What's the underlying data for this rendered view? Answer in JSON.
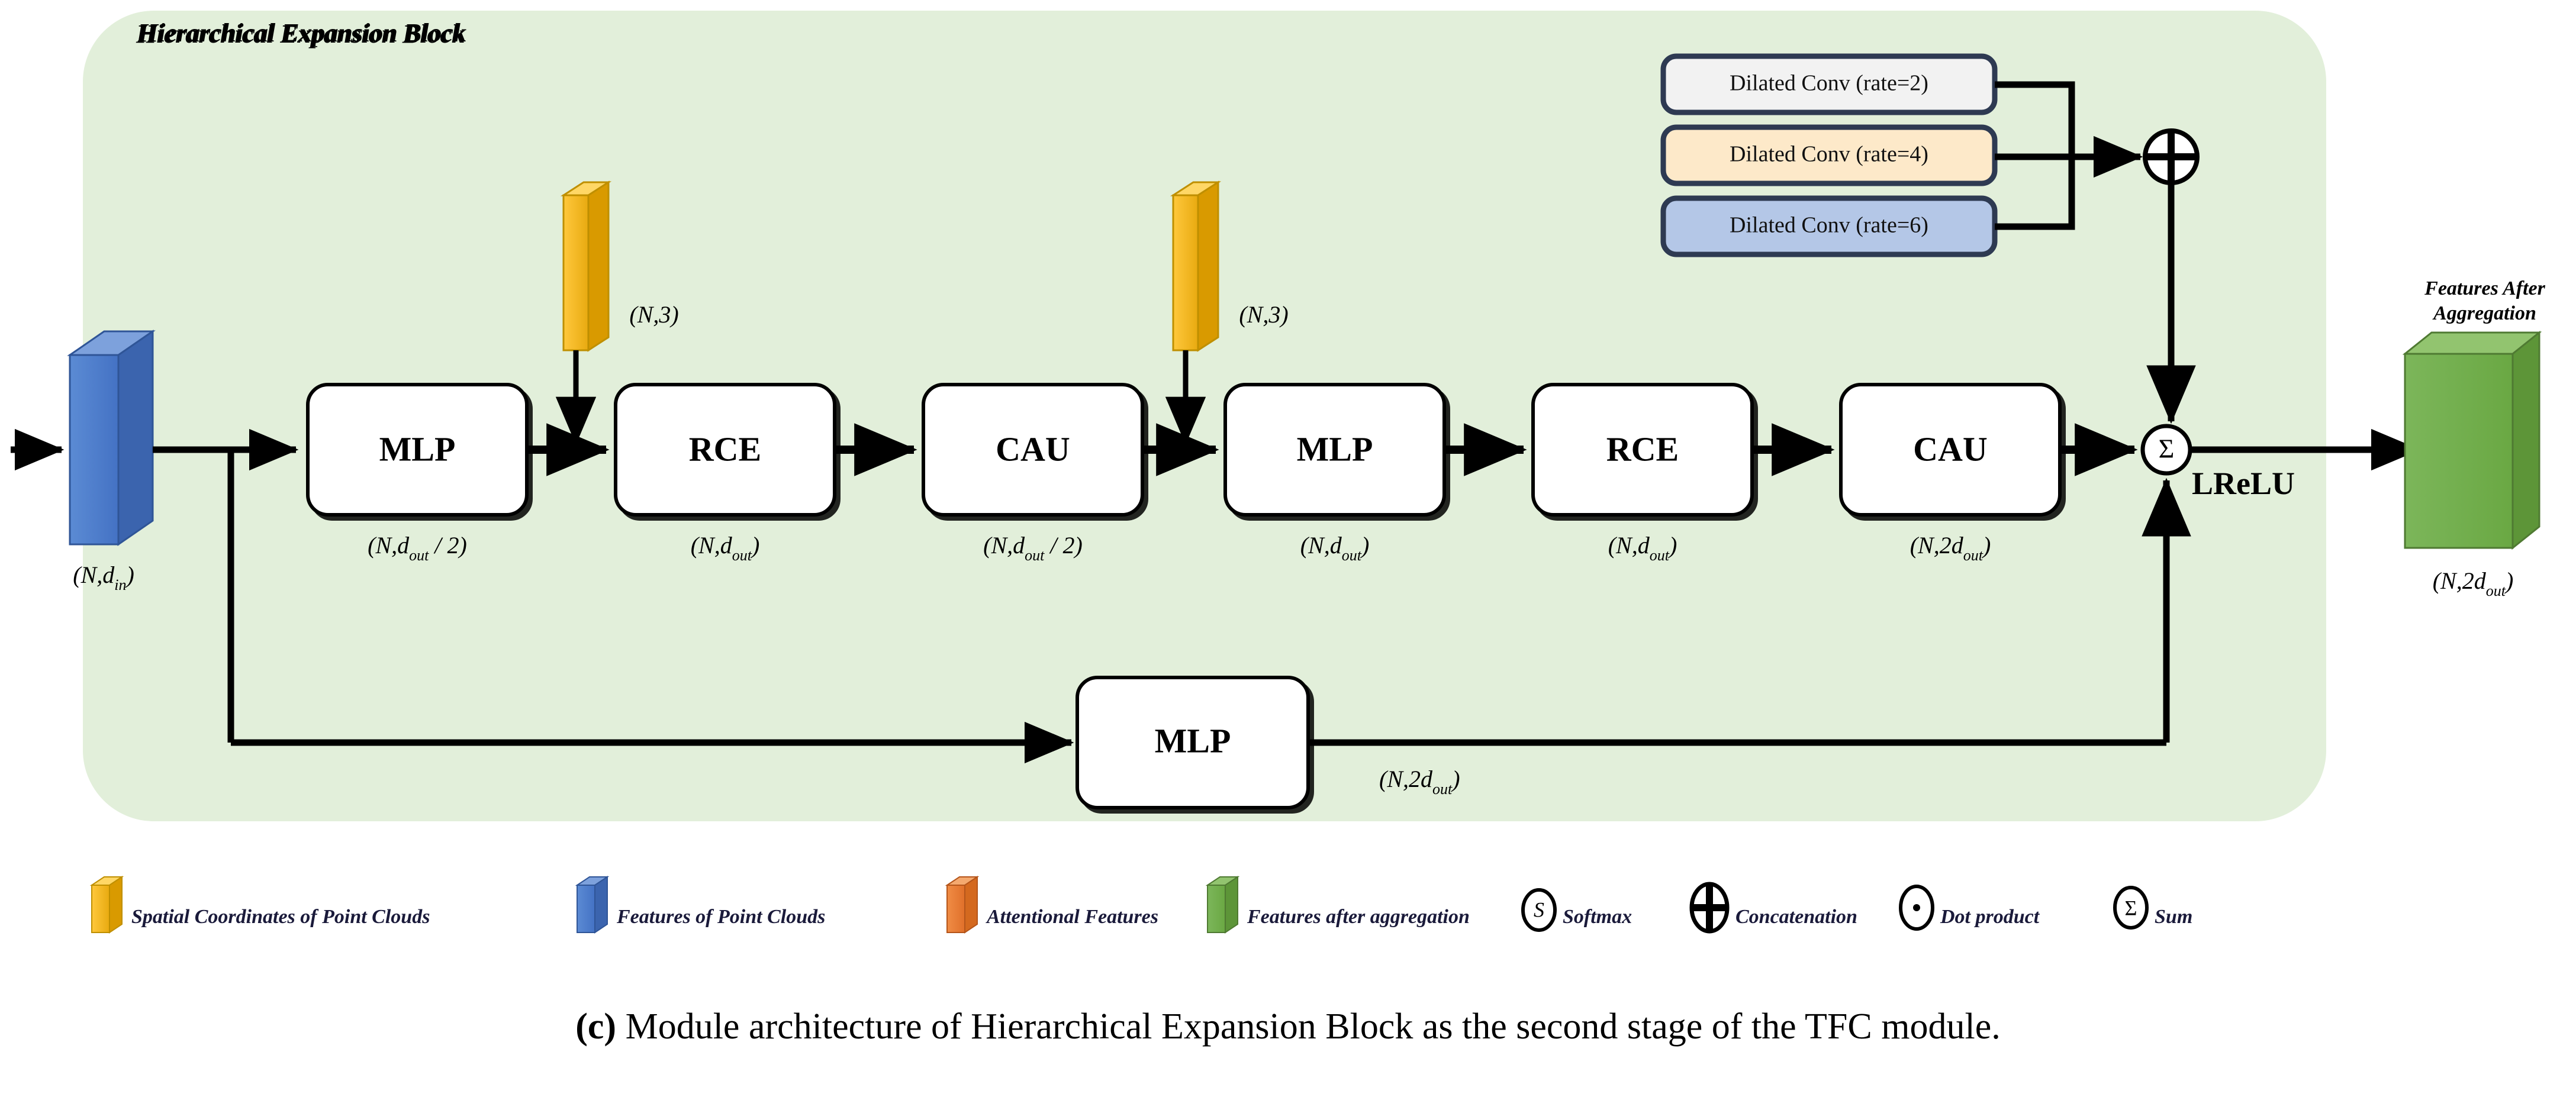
{
  "panel": {
    "title": "Hierarchical Expansion Block",
    "fill": "#e2efda"
  },
  "input_block": {
    "name": "Features of Point Clouds",
    "dim_main": "(N,d",
    "dim_sub": "in",
    "dim_close": ")",
    "color": "#4472c4"
  },
  "output_block": {
    "title_line1": "Features After",
    "title_line2": "Aggregation",
    "dim_main": "(N,2d",
    "dim_sub": "out",
    "dim_close": ")",
    "color": "#70ad47"
  },
  "coord_blocks": [
    {
      "label": "(N,3)",
      "color": "#ffc000"
    },
    {
      "label": "(N,3)",
      "color": "#ffc000"
    }
  ],
  "pipeline": [
    {
      "label": "MLP",
      "dim_main": "(N,d",
      "dim_sub": "out",
      "dim_close": " / 2)"
    },
    {
      "label": "RCE",
      "dim_main": "(N,d",
      "dim_sub": "out",
      "dim_close": ")"
    },
    {
      "label": "CAU",
      "dim_main": "(N,d",
      "dim_sub": "out",
      "dim_close": " / 2)"
    },
    {
      "label": "MLP",
      "dim_main": "(N,d",
      "dim_sub": "out",
      "dim_close": ")"
    },
    {
      "label": "RCE",
      "dim_main": "(N,d",
      "dim_sub": "out",
      "dim_close": ")"
    },
    {
      "label": "CAU",
      "dim_main": "(N,2d",
      "dim_sub": "out",
      "dim_close": ")"
    }
  ],
  "skip_branch": {
    "label": "MLP",
    "dim_main": "(N,2d",
    "dim_sub": "out",
    "dim_close": ")"
  },
  "dilated_convs": [
    {
      "label": "Dilated Conv (rate=2)",
      "fill": "#f2f2f2",
      "stroke": "#2e3a52"
    },
    {
      "label": "Dilated Conv (rate=4)",
      "fill": "#fde9c9",
      "stroke": "#2e3a52"
    },
    {
      "label": "Dilated Conv (rate=6)",
      "fill": "#b4c7e7",
      "stroke": "#2e3a52"
    }
  ],
  "operators": {
    "concat": "⊕",
    "sum": "Σ",
    "activation": "LReLU"
  },
  "legend": [
    {
      "icon": "yellow-bar-icon",
      "label": "Spatial Coordinates of Point Clouds",
      "color": "#ffc000",
      "kind": "bar"
    },
    {
      "icon": "blue-bar-icon",
      "label": "Features of Point Clouds",
      "color": "#4472c4",
      "kind": "bar"
    },
    {
      "icon": "orange-bar-icon",
      "label": "Attentional Features",
      "color": "#ed7d31",
      "kind": "bar"
    },
    {
      "icon": "green-bar-icon",
      "label": "Features after aggregation",
      "color": "#70ad47",
      "kind": "bar"
    },
    {
      "icon": "softmax-icon",
      "label": "Softmax",
      "glyph": "S",
      "kind": "circle"
    },
    {
      "icon": "concatenation-icon",
      "label": "Concatenation",
      "glyph": "⊕",
      "kind": "circle"
    },
    {
      "icon": "dot-product-icon",
      "label": "Dot product",
      "glyph": "·",
      "kind": "circle"
    },
    {
      "icon": "sum-icon",
      "label": "Sum",
      "glyph": "Σ",
      "kind": "circle"
    }
  ],
  "caption": {
    "prefix": "(c)",
    "text": " Module architecture of Hierarchical Expansion Block as the second stage of the TFC module."
  }
}
